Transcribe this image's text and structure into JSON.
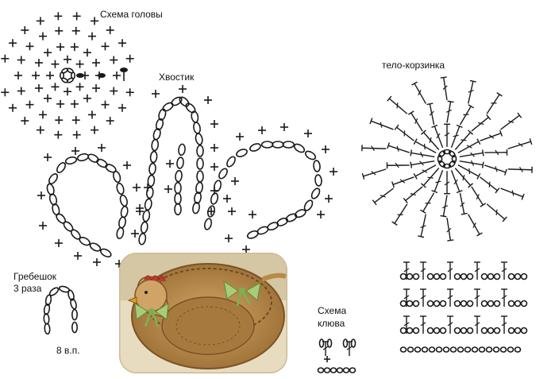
{
  "labels": {
    "head_scheme": "Схема головы",
    "tail": "Хвостик",
    "body_basket": "тело-корзинка",
    "comb": "Гребешок",
    "comb_times": "3 раза",
    "comb_chain": "8 в.п.",
    "beak_scheme_line1": "Схема",
    "beak_scheme_line2": "клюва"
  },
  "photo": {
    "subject": "crocheted-chicken-basket-photo"
  },
  "colors": {
    "ink": "#1a1a1a",
    "background": "#ffffff",
    "basket": "#b98a4a",
    "basket_dark": "#8a6030",
    "photo_border": "#d9caa8",
    "chick_body": "#c79a5c",
    "chick_comb": "#c0392b",
    "bow": "#9bbf6a"
  },
  "icons": {
    "cross_stitch": "single-crochet-cross-icon",
    "chain_loop": "chain-stitch-oval-icon",
    "double_crochet": "double-crochet-icon"
  }
}
